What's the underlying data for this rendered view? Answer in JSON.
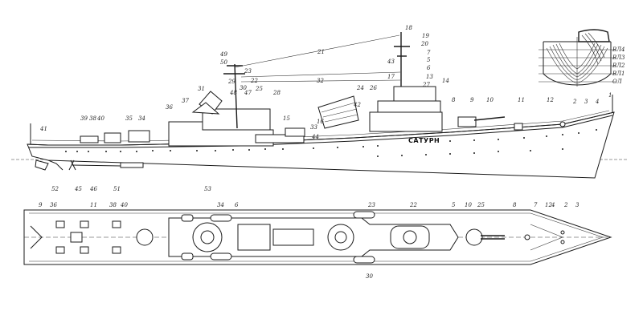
{
  "ship_name": "САТУРН",
  "profile_callouts": [
    "1",
    "2",
    "3",
    "4",
    "5",
    "6",
    "7",
    "8",
    "9",
    "10",
    "11",
    "12",
    "13",
    "14",
    "15",
    "16",
    "17",
    "18",
    "19",
    "20",
    "21",
    "22",
    "23",
    "24",
    "25",
    "26",
    "27",
    "28",
    "29",
    "30",
    "31",
    "32",
    "33",
    "34",
    "35",
    "36",
    "37",
    "38",
    "39",
    "40",
    "41",
    "42",
    "43",
    "44",
    "45",
    "46",
    "47",
    "48",
    "49",
    "50",
    "51",
    "52",
    "53"
  ],
  "plan_callouts": [
    "2",
    "3",
    "4",
    "5",
    "6",
    "7",
    "8",
    "9",
    "10",
    "11",
    "12",
    "22",
    "23",
    "25",
    "30",
    "34",
    "36",
    "38",
    "40"
  ],
  "body_plan_callouts": [
    "ВЛ4",
    "ВЛ3",
    "ВЛ2",
    "ВЛ1",
    "ОЛ"
  ]
}
